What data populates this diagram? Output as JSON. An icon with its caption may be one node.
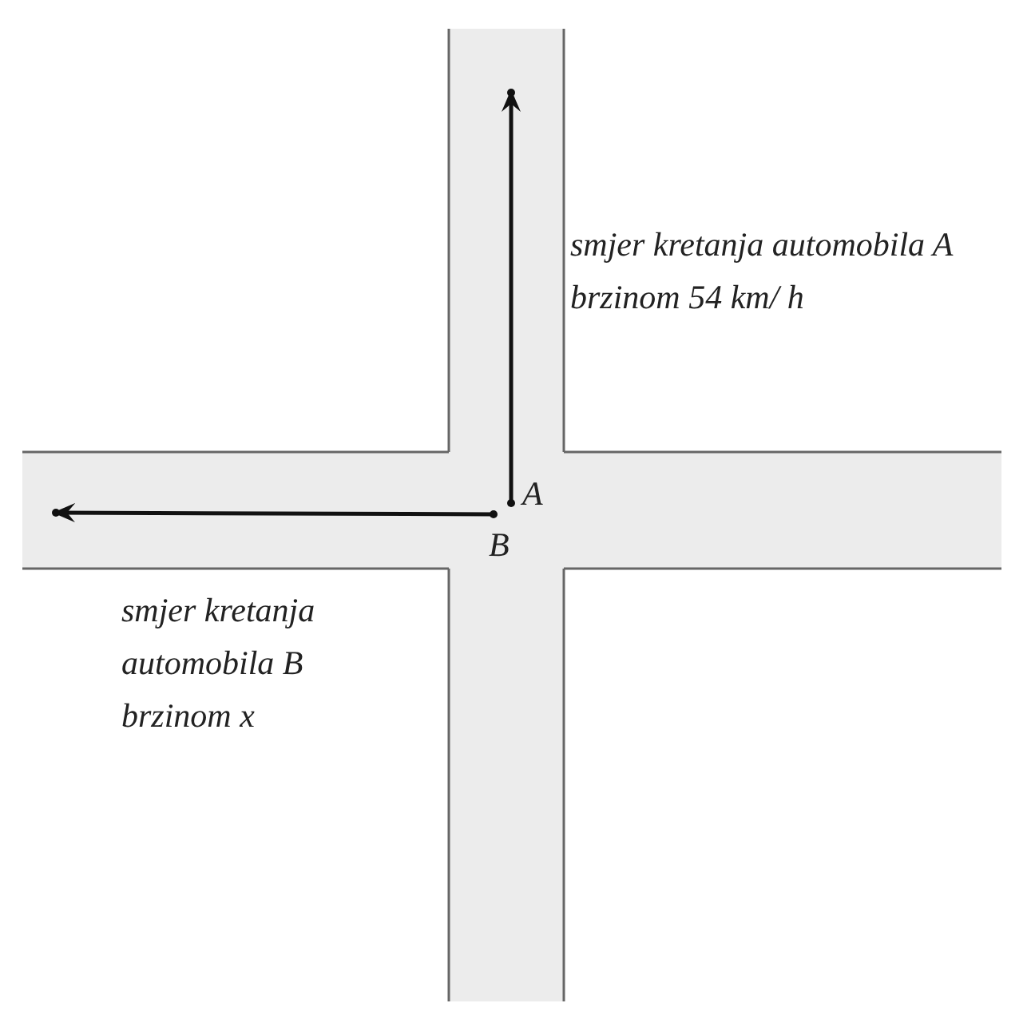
{
  "diagram": {
    "labels": [
      "smjer kretanja automobila A brzinom 54 km/ h",
      "A",
      "B",
      "smjer kretanja automobila B brzinom x"
    ]
  }
}
